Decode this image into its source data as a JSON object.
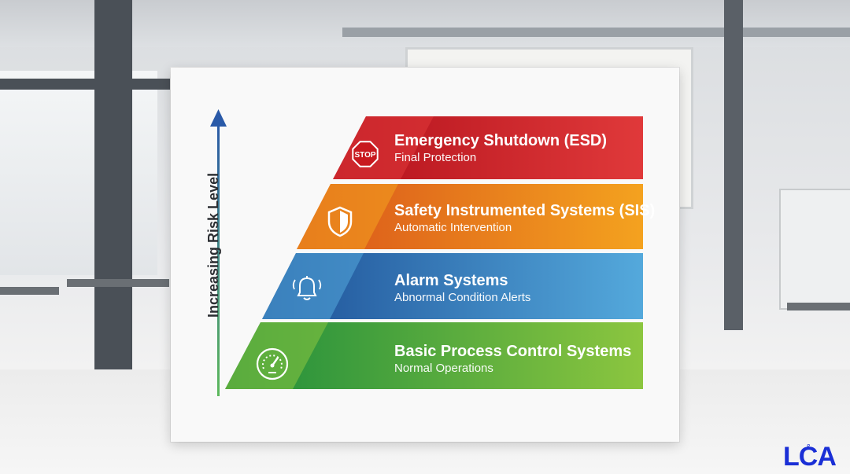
{
  "diagram": {
    "axis_label": "Increasing Risk Level",
    "tiers": [
      {
        "title": "Emergency Shutdown (ESD)",
        "subtitle": "Final Protection",
        "icon": "stop-sign-icon",
        "icon_text": "STOP",
        "color_start": "#b3121c",
        "color_end": "#e0393a"
      },
      {
        "title": "Safety Instrumented Systems (SIS)",
        "subtitle": "Automatic Intervention",
        "icon": "shield-icon",
        "color_start": "#d9541a",
        "color_end": "#f4a21f"
      },
      {
        "title": "Alarm Systems",
        "subtitle": "Abnormal Condition Alerts",
        "icon": "bell-icon",
        "color_start": "#1d4f96",
        "color_end": "#54a9dc"
      },
      {
        "title": "Basic Process Control Systems",
        "subtitle": "Normal Operations",
        "icon": "gauge-icon",
        "color_start": "#1d8c3c",
        "color_end": "#8cc63f"
      }
    ],
    "arrow_color_top": "#2a5aa8",
    "arrow_color_bottom": "#5cb85c"
  },
  "logo": {
    "text": "LCA",
    "ampersand": "&",
    "color": "#1a2fd6"
  }
}
